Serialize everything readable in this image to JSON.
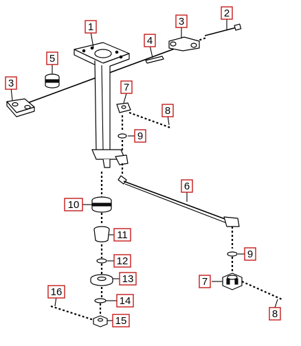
{
  "callouts": {
    "c1": "1",
    "c2": "2",
    "c3a": "3",
    "c3b": "3",
    "c4": "4",
    "c5": "5",
    "c6": "6",
    "c7a": "7",
    "c7b": "7",
    "c8a": "8",
    "c8b": "8",
    "c9a": "9",
    "c9b": "9",
    "c10": "10",
    "c11": "11",
    "c12": "12",
    "c13": "13",
    "c14": "14",
    "c15": "15",
    "c16": "16"
  }
}
